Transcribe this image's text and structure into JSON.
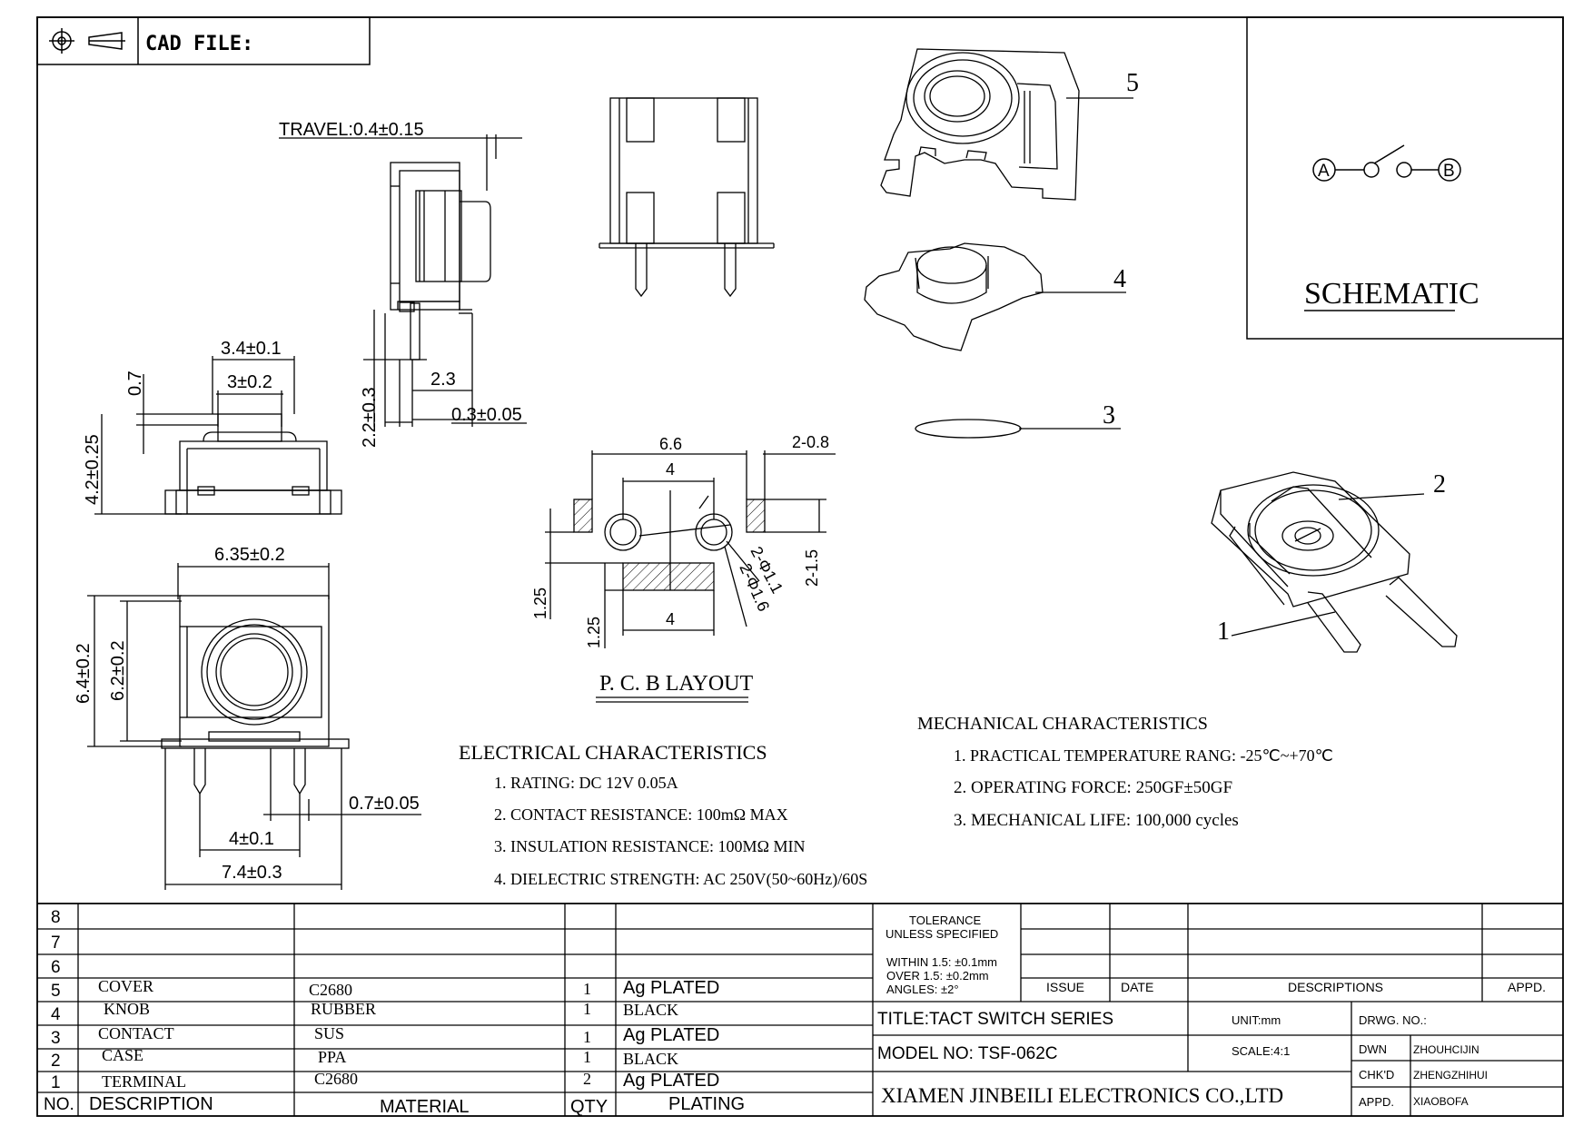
{
  "header": {
    "cad_label": "CAD FILE:"
  },
  "dimensions": {
    "travel": "TRAVEL:0.4±0.15",
    "d_3_4": "3.4±0.1",
    "d_3": "3±0.2",
    "d_0_7": "0.7",
    "d_4_2": "4.2±0.25",
    "d_2_3": "2.3",
    "d_0_3": "0.3±0.05",
    "d_2_2": "2.2±0.3",
    "d_6_35": "6.35±0.2",
    "d_6_4": "6.4±0.2",
    "d_6_2": "6.2±0.2",
    "d_0_7b": "0.7±0.05",
    "d_4": "4±0.1",
    "d_7_4": "7.4±0.3"
  },
  "pcb": {
    "d_6_6": "6.6",
    "d_2_08": "2-0.8",
    "d_4_top": "4",
    "d_2_15": "2-1.5",
    "d_2_11": "2-Φ1.1",
    "d_2_16": "2-Φ1.6",
    "d_1_25a": "1.25",
    "d_1_25b": "1.25",
    "d_4_bot": "4",
    "title": "P. C. B LAYOUT"
  },
  "exploded": {
    "n5": "5",
    "n4": "4",
    "n3": "3",
    "n2": "2",
    "n1": "1"
  },
  "schematic": {
    "a": "A",
    "b": "B",
    "title": "SCHEMATIC"
  },
  "electrical": {
    "title": "ELECTRICAL  CHARACTERISTICS",
    "items": [
      "1. RATING: DC 12V 0.05A",
      "2. CONTACT RESISTANCE: 100mΩ  MAX",
      "3. INSULATION RESISTANCE: 100MΩ  MIN",
      "4. DIELECTRIC STRENGTH: AC 250V(50~60Hz)/60S"
    ]
  },
  "mechanical": {
    "title": "MECHANICAL  CHARACTERISTICS",
    "items": [
      "1. PRACTICAL  TEMPERATURE RANG: -25℃~+70℃",
      "2. OPERATING FORCE: 250GF±50GF",
      "3. MECHANICAL LIFE: 100,000 cycles"
    ]
  },
  "bom": {
    "rows": [
      {
        "no": "8",
        "desc": "",
        "material": "",
        "qty": "",
        "plating": ""
      },
      {
        "no": "7",
        "desc": "",
        "material": "",
        "qty": "",
        "plating": ""
      },
      {
        "no": "6",
        "desc": "",
        "material": "",
        "qty": "",
        "plating": ""
      },
      {
        "no": "5",
        "desc": "COVER",
        "material": "C2680",
        "qty": "1",
        "plating": "Ag PLATED"
      },
      {
        "no": "4",
        "desc": "KNOB",
        "material": "RUBBER",
        "qty": "1",
        "plating": "BLACK"
      },
      {
        "no": "3",
        "desc": "CONTACT",
        "material": "SUS",
        "qty": "1",
        "plating": "Ag PLATED"
      },
      {
        "no": "2",
        "desc": "CASE",
        "material": "PPA",
        "qty": "1",
        "plating": "BLACK"
      },
      {
        "no": "1",
        "desc": "TERMINAL",
        "material": "C2680",
        "qty": "2",
        "plating": "Ag PLATED"
      }
    ],
    "header": {
      "no": "NO.",
      "desc": "DESCRIPTION",
      "material": "MATERIAL",
      "qty": "QTY",
      "plating": "PLATING"
    }
  },
  "title_block": {
    "tolerance_title": "TOLERANCE",
    "tolerance_sub": "UNLESS SPECIFIED",
    "within": "WITHIN 1.5: ±0.1mm",
    "over": "OVER 1.5:  ±0.2mm",
    "angles": "ANGLES: ±2°",
    "issue": "ISSUE",
    "date": "DATE",
    "descriptions": "DESCRIPTIONS",
    "appd": "APPD.",
    "title": "TITLE:TACT  SWITCH  SERIES",
    "unit": "UNIT:mm",
    "drwg": "DRWG. NO.:",
    "model": "MODEL NO: TSF-062C",
    "scale": "SCALE:4:1",
    "dwn_label": "DWN",
    "dwn": "ZHOUHCIJIN",
    "chkd_label": "CHK'D",
    "chkd": "ZHENGZHIHUI",
    "appd_label": "APPD.",
    "appd_name": "XIAOBOFA",
    "company": "XIAMEN JINBEILI ELECTRONICS CO.,LTD"
  }
}
